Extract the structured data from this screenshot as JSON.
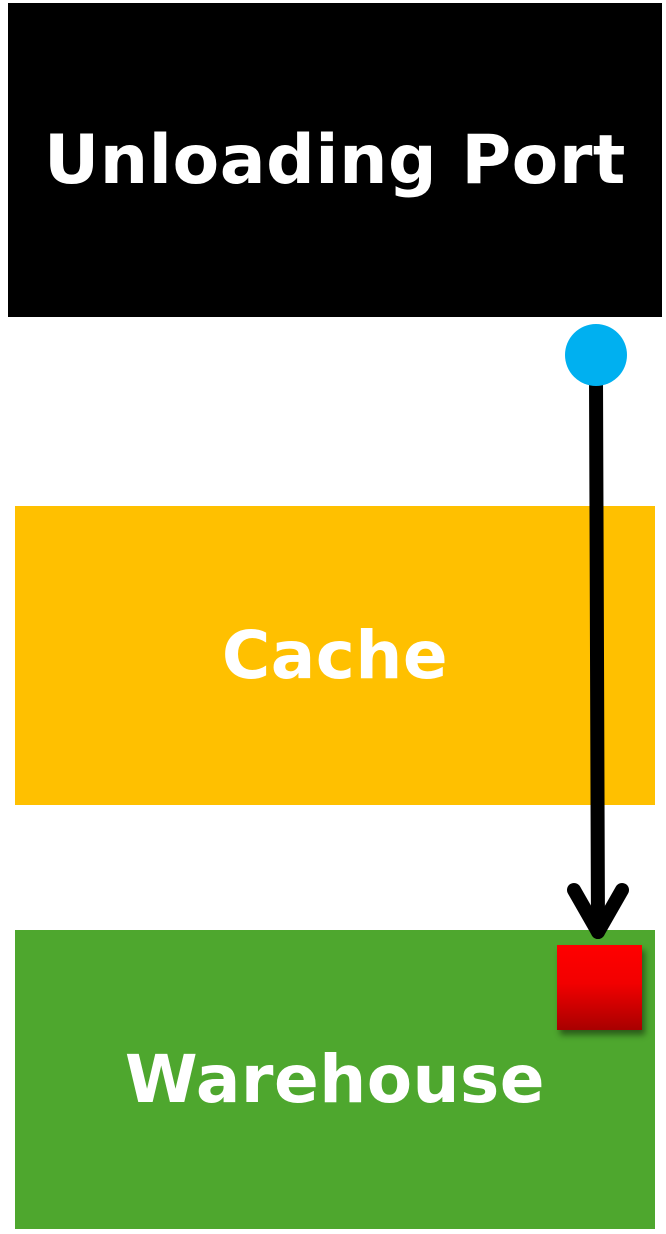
{
  "blocks": {
    "port": {
      "label": "Unloading Port",
      "color": "#000000"
    },
    "cache": {
      "label": "Cache",
      "color": "#FFC000"
    },
    "warehouse": {
      "label": "Warehouse",
      "color": "#4EA72E"
    }
  },
  "flow": {
    "start_marker_color": "#00B0F0",
    "arrow_color": "#000000"
  },
  "item": {
    "color": "#FF0000"
  }
}
